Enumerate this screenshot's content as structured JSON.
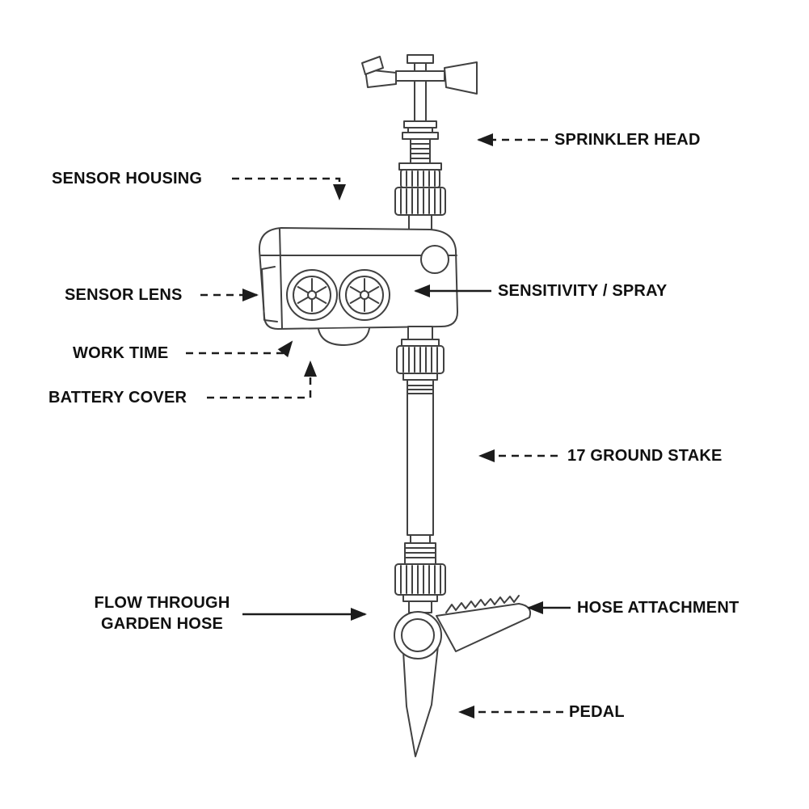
{
  "figure": {
    "background_color": "#ffffff",
    "line_color": "#414141",
    "label_color": "#101010",
    "arrow_color": "#1c1c1c"
  },
  "labels": {
    "sprinkler_head": "SPRINKLER HEAD",
    "sensor_housing": "SENSOR HOUSING",
    "sensor_lens": "SENSOR LENS",
    "work_time": "WORK TIME",
    "battery_cover": "BATTERY COVER",
    "sensitivity_spray": "SENSITIVITY / SPRAY",
    "ground_stake": "17 GROUND STAKE",
    "flow_through_line1": "FLOW THROUGH",
    "flow_through_line2": "GARDEN HOSE",
    "hose_attachment": "HOSE ATTACHMENT",
    "pedal": "PEDAL"
  }
}
